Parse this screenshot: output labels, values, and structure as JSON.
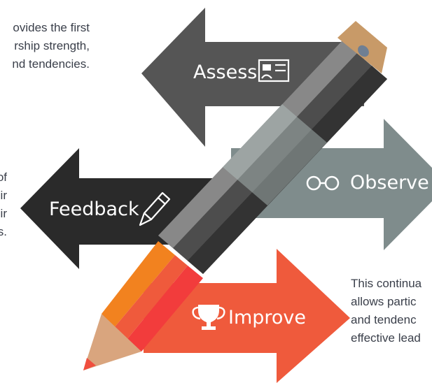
{
  "text_blocks": {
    "top": [
      "ovides the first",
      "rship strength,",
      "nd tendencies."
    ],
    "left": [
      "of",
      "ir",
      "ir",
      "s."
    ],
    "right": [
      "This continua",
      "allows partic",
      "and tendenc",
      "effective lead"
    ]
  },
  "arrows": {
    "assess": {
      "label": "Assess",
      "icon": "id-card-icon",
      "color": "#555555"
    },
    "observe": {
      "label": "Observe",
      "icon": "glasses-icon",
      "color": "#7f8c8c"
    },
    "feedback": {
      "label": "Feedback",
      "icon": "pencil-icon",
      "color": "#2a2a2a"
    },
    "improve": {
      "label": "Improve",
      "icon": "trophy-icon",
      "color": "#ef5a3c"
    }
  }
}
